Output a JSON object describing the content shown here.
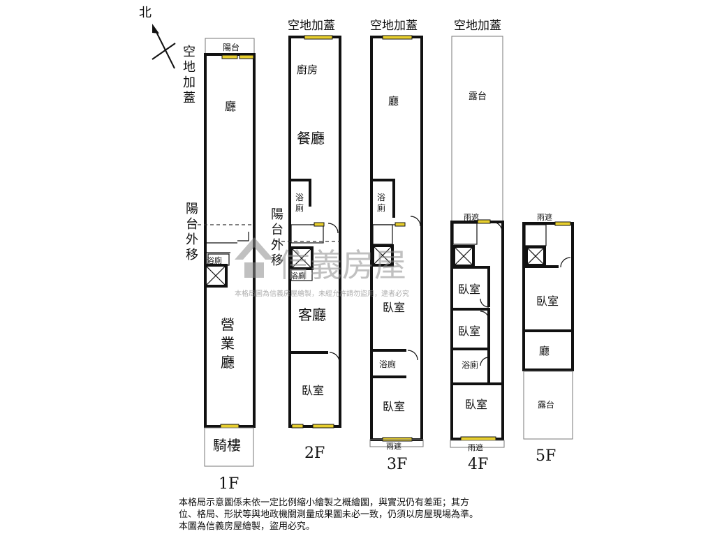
{
  "compass": {
    "label": "北"
  },
  "floors": {
    "f1": {
      "label": "1F",
      "rooms": {
        "balcony": "陽台",
        "hall": "廳",
        "bath": "浴廁",
        "business_hall": [
          "營",
          "業",
          "廳"
        ],
        "arcade": "騎樓"
      },
      "notes": {
        "extension": [
          "空",
          "地",
          "加",
          "蓋"
        ],
        "balcony_moved": [
          "陽",
          "台",
          "外",
          "移"
        ]
      }
    },
    "f2": {
      "label": "2F",
      "rooms": {
        "kitchen": "廚房",
        "dining": "餐廳",
        "bath_top": [
          "浴",
          "廁"
        ],
        "bath_small": "浴廁",
        "living": "客廳",
        "bedroom": "臥室"
      },
      "notes": {
        "extension": "空地加蓋",
        "balcony_moved": [
          "陽",
          "台",
          "外",
          "移"
        ]
      }
    },
    "f3": {
      "label": "3F",
      "rooms": {
        "hall": "廳",
        "bath_top": [
          "浴",
          "廁"
        ],
        "bedroom_1": "臥室",
        "bath": "浴廁",
        "bedroom_2": "臥室",
        "awning": "雨遮"
      },
      "notes": {
        "extension": "空地加蓋"
      }
    },
    "f4": {
      "label": "4F",
      "rooms": {
        "terrace": "露台",
        "awning_top": "雨遮",
        "bedroom_1": "臥室",
        "bedroom_2": "臥室",
        "bath": "浴廁",
        "bedroom_3": "臥室",
        "awning_bottom": "雨遮"
      },
      "notes": {
        "extension": "空地加蓋"
      }
    },
    "f5": {
      "label": "5F",
      "rooms": {
        "awning": "雨遮",
        "bedroom": "臥室",
        "hall": "廳",
        "terrace": "露台"
      }
    }
  },
  "watermark": {
    "brand": "信義房屋",
    "notice": "本格局圖為信義房屋繪製，未經允許請勿盜用，違者必究"
  },
  "disclaimer": [
    "本格局示意圖係未依一定比例縮小繪製之概繪圖，與實況仍有差距；其方",
    "位、格局、形狀等與地政機關測量成果圖未必一致，仍須以房屋現場為準。",
    "本圖為信義房屋繪製，盜用必究。"
  ]
}
